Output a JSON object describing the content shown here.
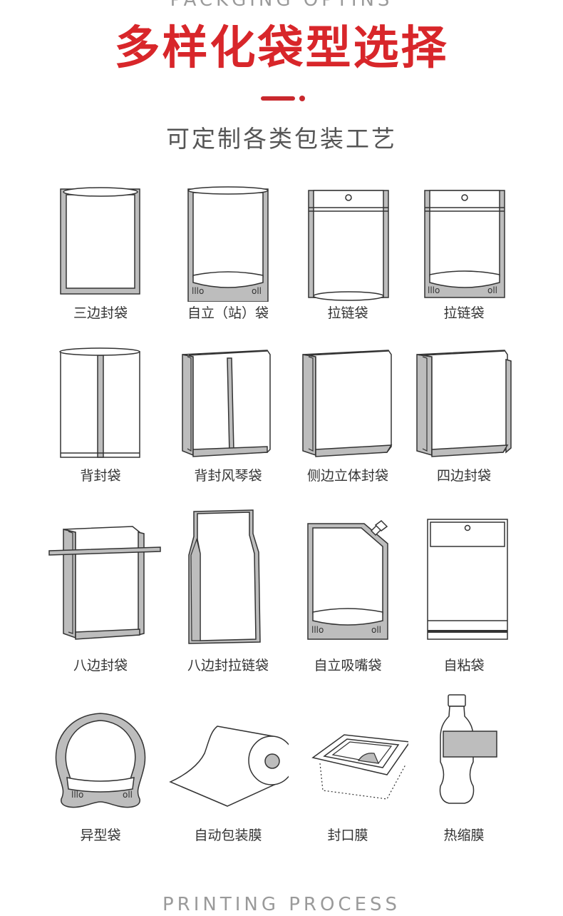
{
  "header": {
    "eyebrow": "PACKGING OPTINS",
    "title": "多样化袋型选择",
    "subtitle": "可定制各类包装工艺"
  },
  "colors": {
    "accent": "#d8262a",
    "line": "#333333",
    "fill_gray": "#bdbdbd",
    "text": "#333333"
  },
  "bags": [
    {
      "label": "三边封袋",
      "icon": "three-side-seal-bag-icon"
    },
    {
      "label": "自立（站）袋",
      "icon": "stand-up-pouch-icon"
    },
    {
      "label": "拉链袋",
      "icon": "zipper-bag-icon"
    },
    {
      "label": "拉链袋",
      "icon": "stand-up-zipper-bag-icon"
    },
    {
      "label": "背封袋",
      "icon": "back-seal-bag-icon"
    },
    {
      "label": "背封风琴袋",
      "icon": "back-seal-gusset-bag-icon"
    },
    {
      "label": "侧边立体封袋",
      "icon": "side-gusset-bag-icon"
    },
    {
      "label": "四边封袋",
      "icon": "four-side-seal-bag-icon"
    },
    {
      "label": "八边封袋",
      "icon": "eight-side-seal-bag-icon"
    },
    {
      "label": "八边封拉链袋",
      "icon": "eight-side-seal-zipper-bag-icon"
    },
    {
      "label": "自立吸嘴袋",
      "icon": "spout-pouch-icon"
    },
    {
      "label": "自粘袋",
      "icon": "self-adhesive-bag-icon"
    },
    {
      "label": "异型袋",
      "icon": "shaped-bag-icon"
    },
    {
      "label": "自动包装膜",
      "icon": "packaging-film-roll-icon"
    },
    {
      "label": "封口膜",
      "icon": "sealing-film-icon"
    },
    {
      "label": "热缩膜",
      "icon": "shrink-film-bottle-icon"
    }
  ],
  "footer": {
    "eyebrow": "PRINTING PROCESS"
  }
}
